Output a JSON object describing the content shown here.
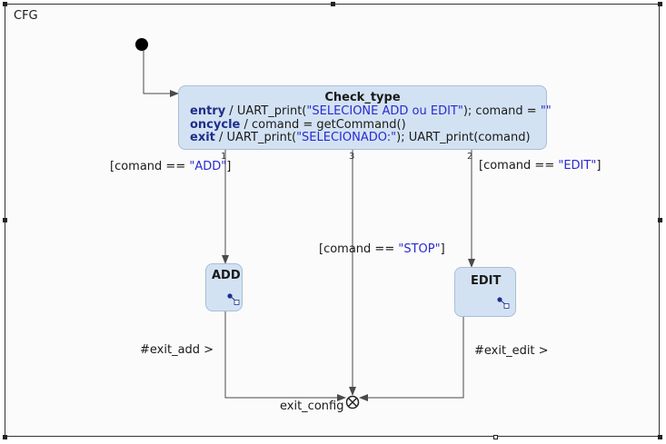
{
  "region": {
    "name": "CFG"
  },
  "states": {
    "check_type": {
      "name": "Check_type",
      "entry": {
        "keyword": "entry",
        "before": " / UART_print(",
        "string": "\"SELECIONE ADD ou EDIT\"",
        "middle": "); comand = ",
        "string2": "\"\""
      },
      "oncycle": {
        "keyword": "oncycle",
        "text": " / comand = getCommand()"
      },
      "exit": {
        "keyword": "exit",
        "before": " / UART_print(",
        "string": "\"SELECIONADO:\"",
        "after": "); UART_print(comand)"
      }
    },
    "add": {
      "name": "ADD"
    },
    "edit": {
      "name": "EDIT"
    }
  },
  "transitions": {
    "to_add": {
      "priority": "1",
      "guard_open": "[comand == ",
      "guard_value": "\"ADD\"",
      "guard_close": "]"
    },
    "to_exit": {
      "priority": "3",
      "guard_open": "[comand == ",
      "guard_value": "\"STOP\"",
      "guard_close": "]"
    },
    "to_edit": {
      "priority": "2",
      "guard_open": "[comand == ",
      "guard_value": "\"EDIT\"",
      "guard_close": "]"
    },
    "add_exit": {
      "label": "#exit_add >"
    },
    "edit_exit": {
      "label": "#exit_edit >"
    }
  },
  "exit_point": {
    "name": "exit_config"
  },
  "icons": {
    "initial": "initial-state-icon",
    "exit": "exit-point-icon",
    "subdiagram": "subdiagram-icon"
  },
  "colors": {
    "state_fill": "#d3e2f3",
    "keyword": "#1f2e8a",
    "string": "#2a2ad0"
  }
}
